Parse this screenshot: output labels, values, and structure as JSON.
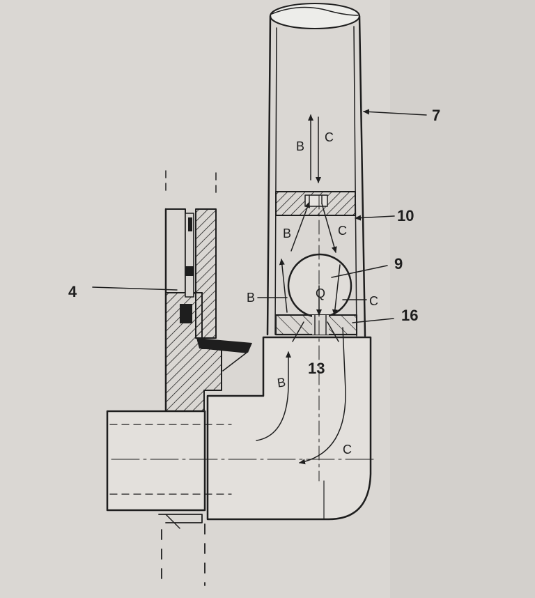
{
  "part_labels": {
    "p7": "7",
    "p10": "10",
    "p9": "9",
    "p16": "16",
    "p4": "4",
    "p13": "13"
  },
  "flow_labels": {
    "b_top": "B",
    "c_top": "C",
    "b_upper": "B",
    "c_upper": "C",
    "b_side": "B",
    "c_side": "C",
    "q_ball": "Q",
    "b_elbow": "B",
    "c_elbow": "C"
  },
  "colors": {
    "paper": "#d9d6d2",
    "ink": "#1e1e1e"
  }
}
